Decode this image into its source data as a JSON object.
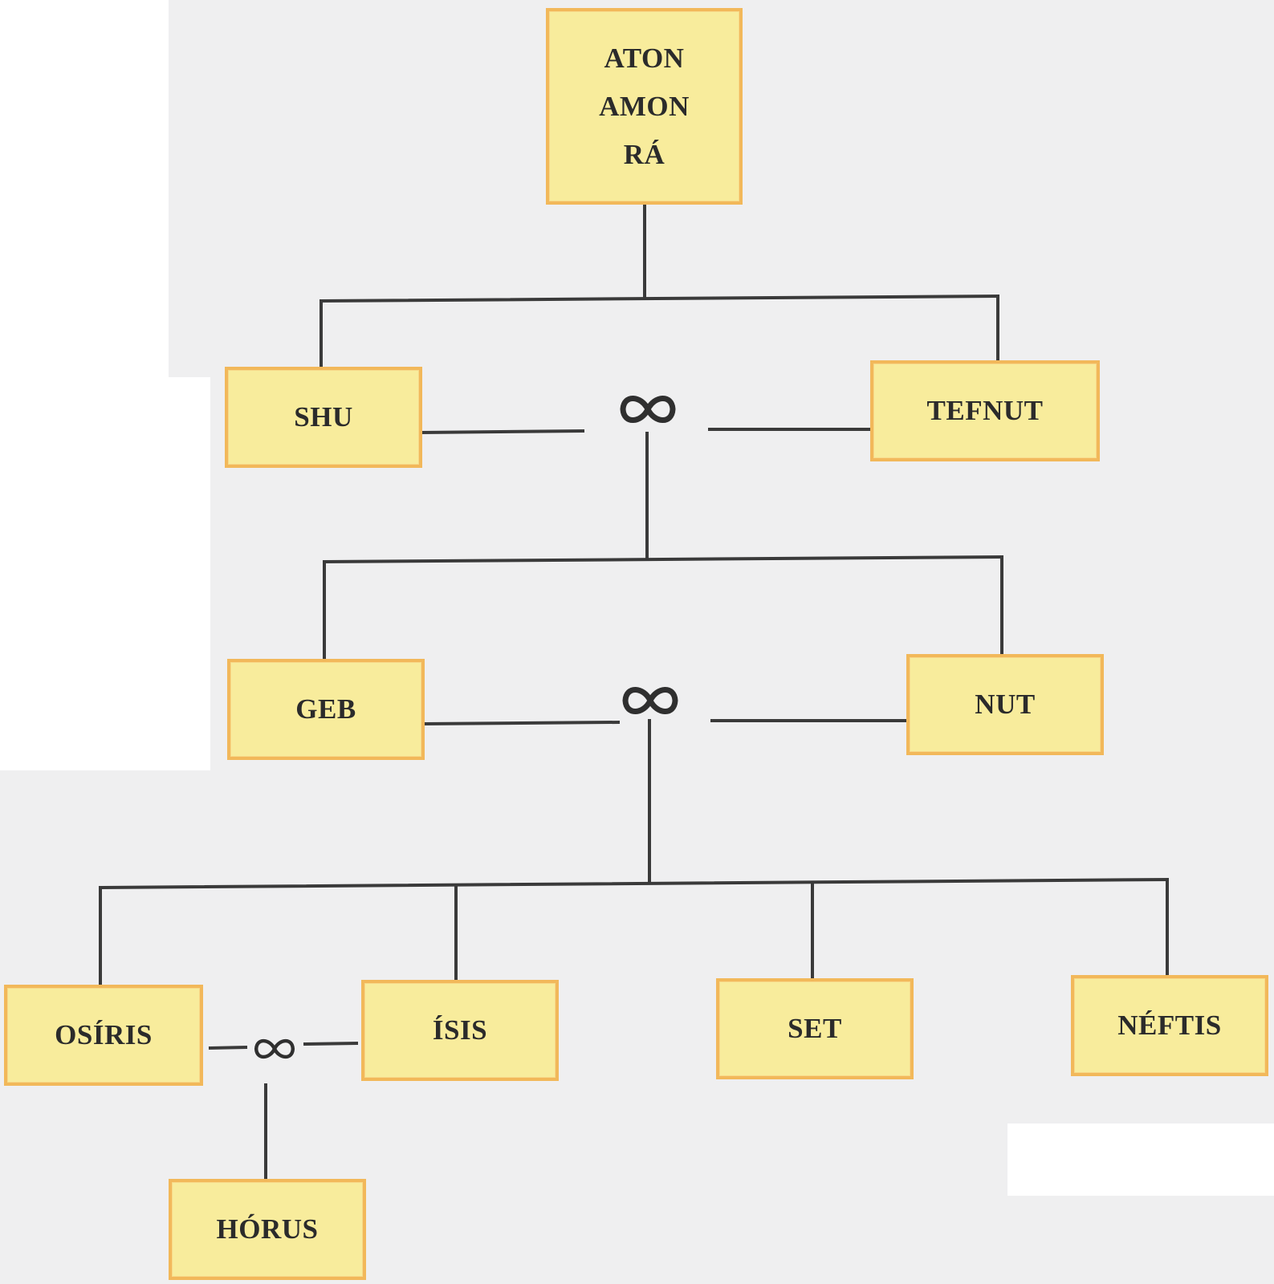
{
  "nodes": {
    "aton_amon_ra": [
      "ATON",
      "AMON",
      "RÁ"
    ],
    "shu": "SHU",
    "tefnut": "TEFNUT",
    "geb": "GEB",
    "nut": "NUT",
    "osiris": "OSÍRIS",
    "isis": "ÍSIS",
    "set": "SET",
    "neftis": "NÉFTIS",
    "horus": "HÓRUS"
  },
  "union_symbol": "∞",
  "icons": {
    "union": "infinity-icon"
  },
  "colors": {
    "box_fill": "#f8ec9c",
    "box_border": "#f2b85a",
    "line": "#3a3a3a",
    "background": "#efeff0"
  }
}
